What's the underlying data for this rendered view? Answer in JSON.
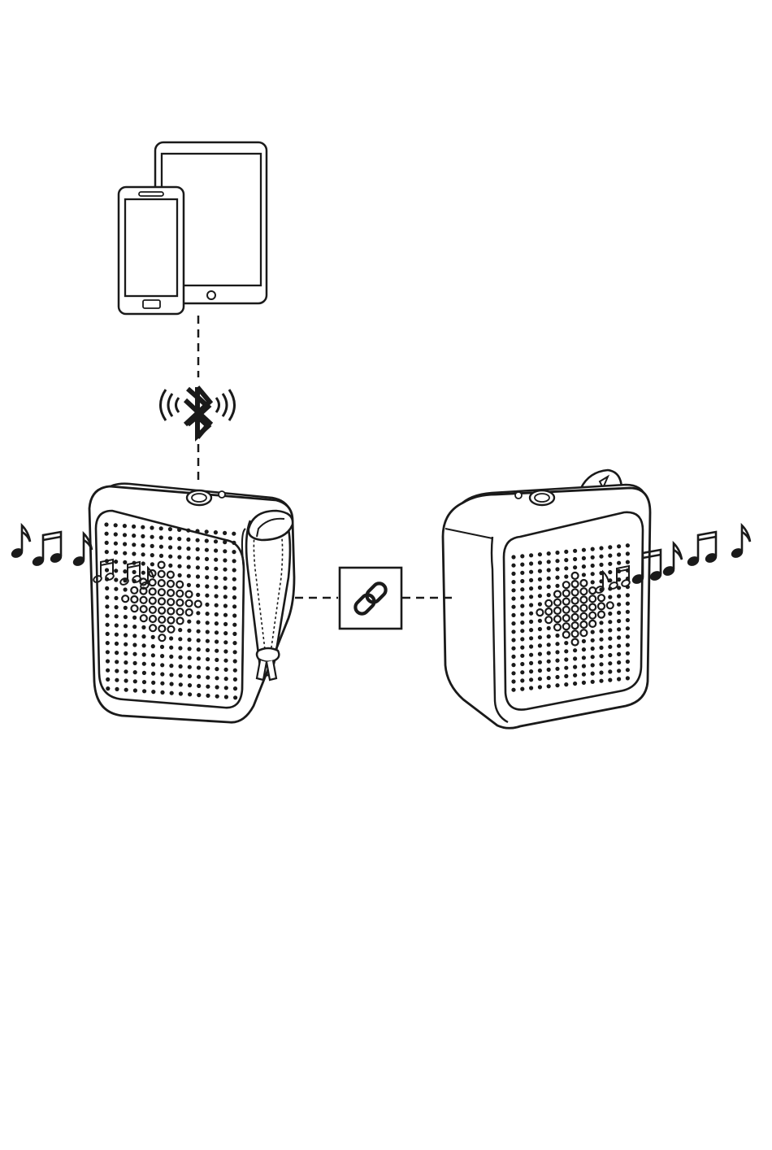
{
  "diagram": {
    "stroke_color": "#1a1a1a",
    "background_color": "#ffffff",
    "devices": [
      {
        "name": "smartphone",
        "icon": "smartphone-icon"
      },
      {
        "name": "tablet",
        "icon": "tablet-icon"
      }
    ],
    "connection_icons": {
      "wireless": "bluetooth-icon",
      "pairing": "link-icon"
    },
    "speakers": [
      {
        "name": "speaker-left",
        "has_strap": true,
        "sound": "music-notes-icon"
      },
      {
        "name": "speaker-right",
        "has_strap": false,
        "sound": "music-notes-icon"
      }
    ]
  }
}
